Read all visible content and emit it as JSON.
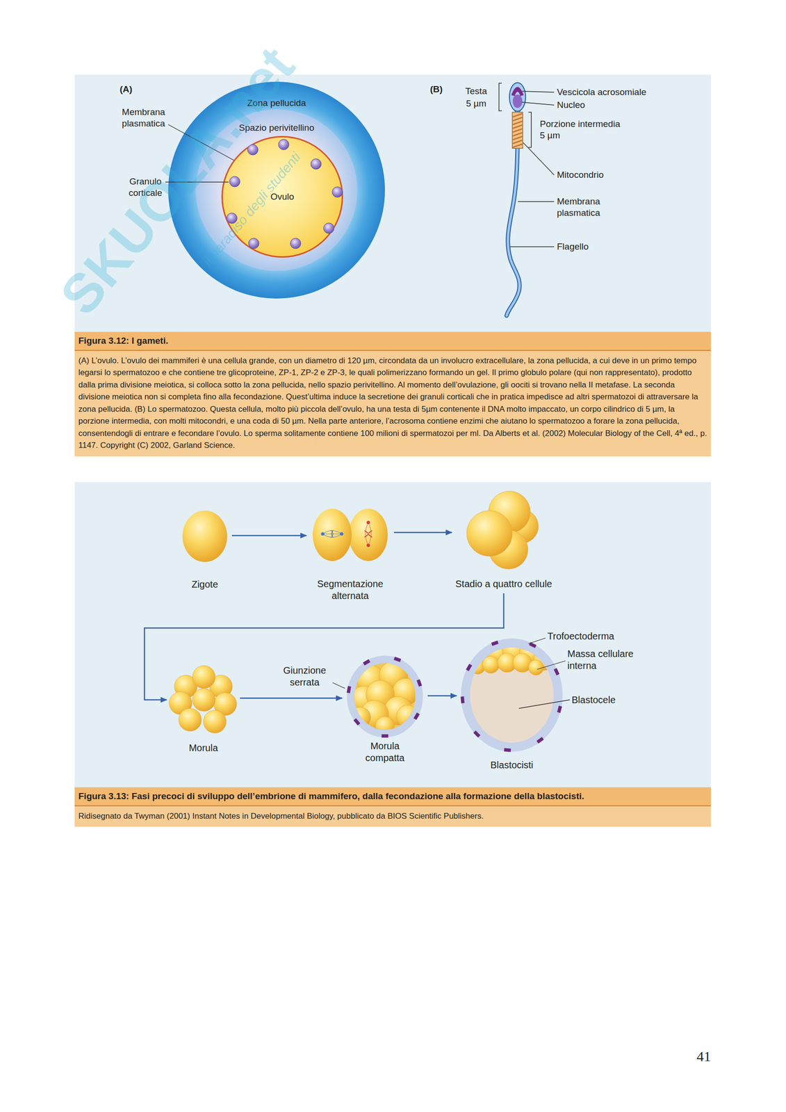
{
  "diagram": {
    "nodes": [
      {
        "text": [
          "Figura 3.12: I gameti.",
          "(A) L’ovulo. L’ovulo dei mammiferi è una cellula grande, con un diametro di 120 µm, circondata da un involucro extracellulare, la zona pellucida, a cui deve in un primo tempo legarsi lo spermatozoo e che contiene tre glicoproteine, ZP-1, ZP-2 e ZP-3, le quali polimerizzano formando un gel. Il primo globulo polare (qui non rappresentato), prodotto dalla prima divisione meiotica, si colloca sotto la zona pellucida, nello spazio perivitellino. Al momento dell’ovulazione, gli oociti si trovano nella II metafase. La seconda divisione meiotica non si completa fino alla fecondazione. Quest’ultima induce la secretione dei granuli corticali che in pratica impedisce ad altri spermatozoi di attraversare la zona pellucida. (B) Lo spermatozoo. Questa cellula, molto più piccola dell’ovulo, ha una testa di 5µm contenente il DNA molto impaccato, un corpo cilindrico di 5 µm, la porzione intermedia, con molti mitocondri, e una coda di 50 µm. Nella parte anteriore, l’acrosoma contiene enzimi che aiutano lo spermatozoo a forare la zona pellucida, consentendogli di entrare e fecondare l’ovulo. Lo sperma solitamente contiene 100 milioni di spermatozoi per ml. Da Alberts et al. (2002) Molecular Biology of the Cell, 4ª ed., p. 1147. Copyright (C) 2002, Garland Science."
        ]
      },
      {
        "text": [
          "Zona pellucida"
        ],
        "in": 0
      },
      {
        "text": [
          "Spazio perivitellino"
        ],
        "in": 1
      },
      {
        "text": [
          "Ovulo"
        ],
        "in": 2
      },
      {
        "text": [
          "Figura 3.13: Fasi precoci di sviluppo dell’embrione di mammifero, dalla fecondazione alla formazione della blastocisti.",
          "Ridisegnato da Twyman (2001) Instant Notes in Developmental Biology, pubblicato da BIOS Scientific Publishers."
        ]
      },
      {
        "text": [
          "Zigote"
        ],
        "in": 4
      },
      {
        "text": [
          "Segmentazione alternata"
        ],
        "in": 4
      },
      {
        "text": [
          "Stadio a quattro cellule"
        ],
        "in": 4
      },
      {
        "text": [
          "Morula"
        ],
        "in": 4
      },
      {
        "text": [
          "Morula compatta"
        ],
        "in": 4
      },
      {
        "text": [
          "Blastocisti"
        ],
        "in": 4
      }
    ],
    "edges": [
      {
        "from": 5,
        "to": 6,
        "arrow": "to"
      },
      {
        "from": 6,
        "to": 7,
        "arrow": "to"
      },
      {
        "from": 7,
        "to": 8,
        "arrow": "to"
      },
      {
        "from": 8,
        "to": 9,
        "arrow": "to"
      },
      {
        "from": 9,
        "to": 10,
        "arrow": "to"
      }
    ],
    "labels": [
      "(A)",
      "Membrana plasmatica",
      "Granulo corticale",
      "(B)",
      "Testa",
      "5 µm",
      "Vescicola acrosomiale",
      "Nucleo",
      "Porzione intermedia",
      "5 µm",
      "Mitocondrio",
      "Membrana plasmatica",
      "Flagello",
      "Giunzione serrata",
      "Trofoectoderma",
      "Massa cellulare interna",
      "Blastocele",
      "SKUOLA.net",
      "il paradiso degli studenti",
      "41"
    ]
  }
}
